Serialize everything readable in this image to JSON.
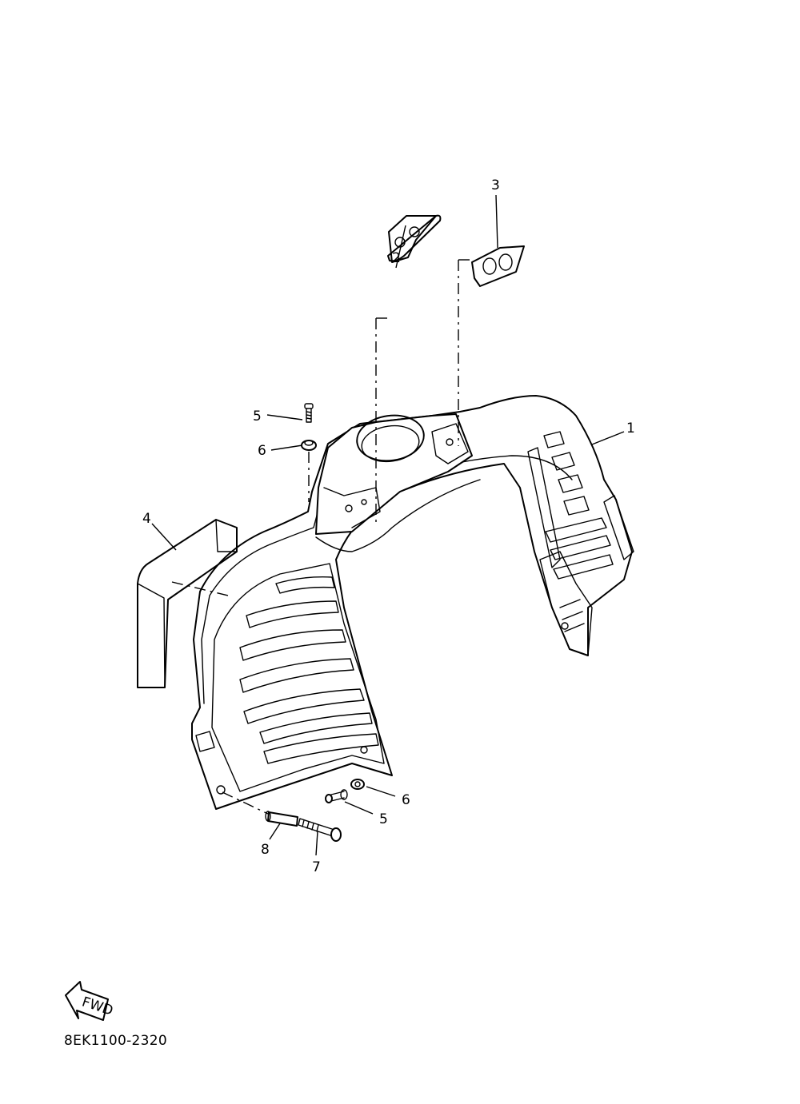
{
  "diagram": {
    "drawing_code": "8EK1100-2320",
    "fwd_label": "FWD",
    "callouts": {
      "part1": "1",
      "part2": "2",
      "part3": "3",
      "part4": "4",
      "part5_top": "5",
      "part6_top": "6",
      "part5_bottom": "5",
      "part6_bottom": "6",
      "part7": "7",
      "part8": "8"
    }
  }
}
